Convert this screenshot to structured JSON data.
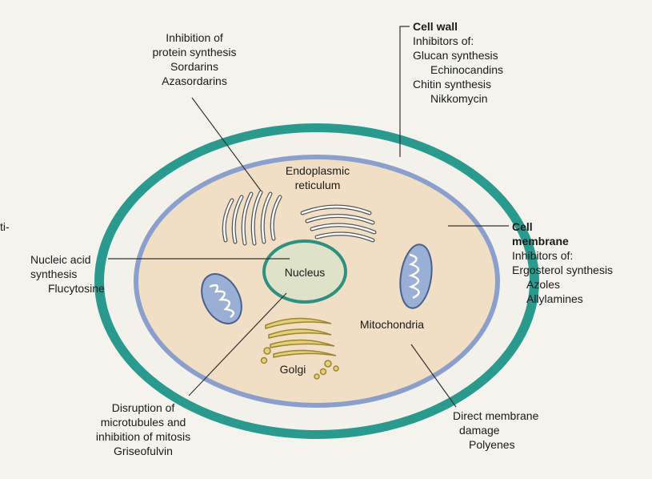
{
  "organelles": {
    "nucleus": "Nucleus",
    "er_line1": "Endoplasmic",
    "er_line2": "reticulum",
    "mitochondria": "Mitochondria",
    "golgi": "Golgi"
  },
  "labels": {
    "protein_synthesis": [
      "Inhibition of",
      "protein synthesis",
      "Sordarins",
      "Azasordarins"
    ],
    "cell_wall_title": "Cell wall",
    "cell_wall": [
      "Inhibitors of:",
      "Glucan synthesis",
      "Echinocandins",
      "Chitin synthesis",
      "Nikkomycin"
    ],
    "cell_membrane_title": [
      "Cell",
      "membrane"
    ],
    "cell_membrane": [
      "Inhibitors of:",
      "Ergosterol synthesis",
      "Azoles",
      "Allylamines"
    ],
    "nucleic_acid": [
      "Nucleic acid",
      "synthesis",
      "Flucytosine"
    ],
    "microtubules": [
      "Disruption of",
      "microtubules and",
      "inhibition of mitosis",
      "Griseofulvin"
    ],
    "direct_membrane": [
      "Direct membrane",
      "damage",
      "Polyenes"
    ],
    "margin_fragment": "ti-"
  },
  "colors": {
    "background": "#f4f3ee",
    "cell_wall": "#2a9a8e",
    "periplasm": "#f2f1ec",
    "membrane": "#8a9fcc",
    "cytoplasm": "#f0dfc4",
    "nucleus_fill": "#dde2c8",
    "nucleus_border": "#2f8f80",
    "mito_fill": "#9aafd6",
    "golgi_fill": "#e4cf7a",
    "line": "#333333"
  }
}
